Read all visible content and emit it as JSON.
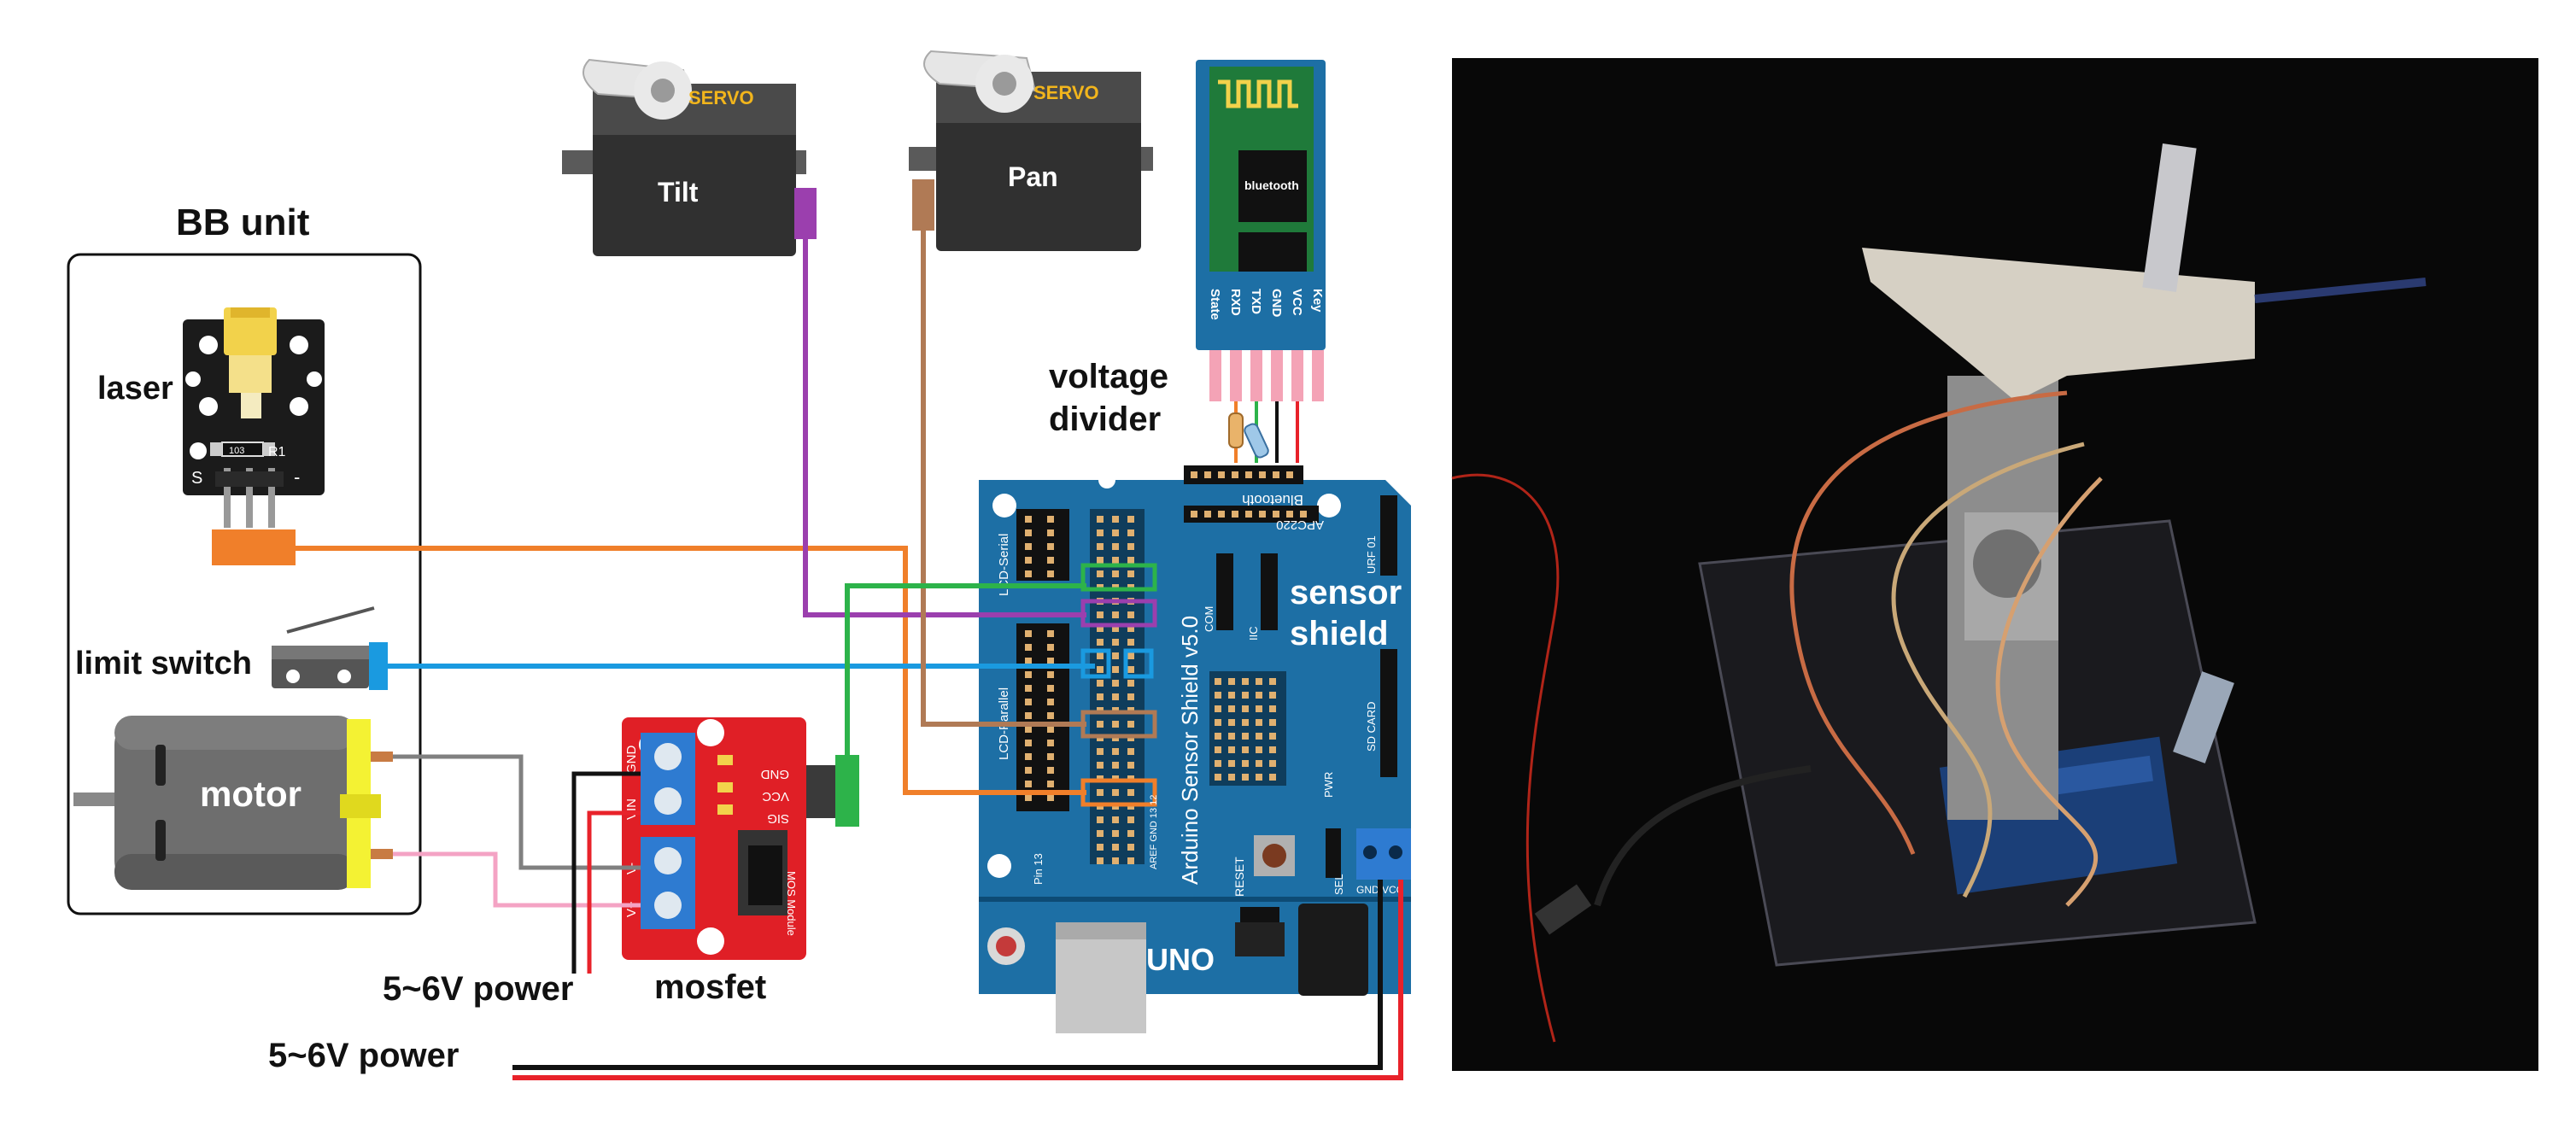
{
  "diagram": {
    "bb_unit": "BB unit",
    "laser": "laser",
    "limit_switch": "limit switch",
    "motor": "motor",
    "tilt": "Tilt",
    "pan": "Pan",
    "servo_brand": "SERVO",
    "bluetooth": "bluetooth",
    "voltage_divider": "voltage\ndivider",
    "sensor_shield": "sensor\nshield",
    "shield_model": "Arduino Sensor Shield v5.0",
    "uno": "UNO",
    "mosfet": "mosfet",
    "power_mosfet": "5~6V power",
    "power_main": "5~6V power",
    "bt_pins": [
      "State",
      "RXD",
      "TXD",
      "GND",
      "VCC",
      "Key"
    ],
    "mosfet_pins": [
      "GND",
      "VIN",
      "V-",
      "V+"
    ],
    "mosfet_side_pins": [
      "GND",
      "VCC",
      "SIG"
    ],
    "mosfet_module": "MOS Module",
    "shield_labels": {
      "lcd_serial": "LCD-Serial",
      "lcd_parallel": "LCD-Parallel",
      "apc220": "APC220",
      "bluetooth_hdr": "Bluetooth",
      "urf01": "URF 01",
      "sd_card": "SD CARD",
      "com": "COM",
      "iic": "IIC",
      "reset": "RESET",
      "pwr": "PWR",
      "pin13": "Pin 13",
      "sel": "SEL",
      "gnd_vcc": "GND VCC",
      "aref": "AREF GND 13 12"
    },
    "laser_pin": "S",
    "laser_minus": "-",
    "laser_r1": "R1",
    "laser_103": "103"
  },
  "colors": {
    "laser_wire": "#f07f2a",
    "switch_wire": "#1a9ae0",
    "tilt_wire": "#9b3fae",
    "pan_wire": "#b07a55",
    "mosfet_signal_wire": "#2db34a",
    "shield_blue": "#1d6fa5",
    "mosfet_red": "#e01f26",
    "power_red": "#e8222a",
    "power_black": "#111111"
  }
}
